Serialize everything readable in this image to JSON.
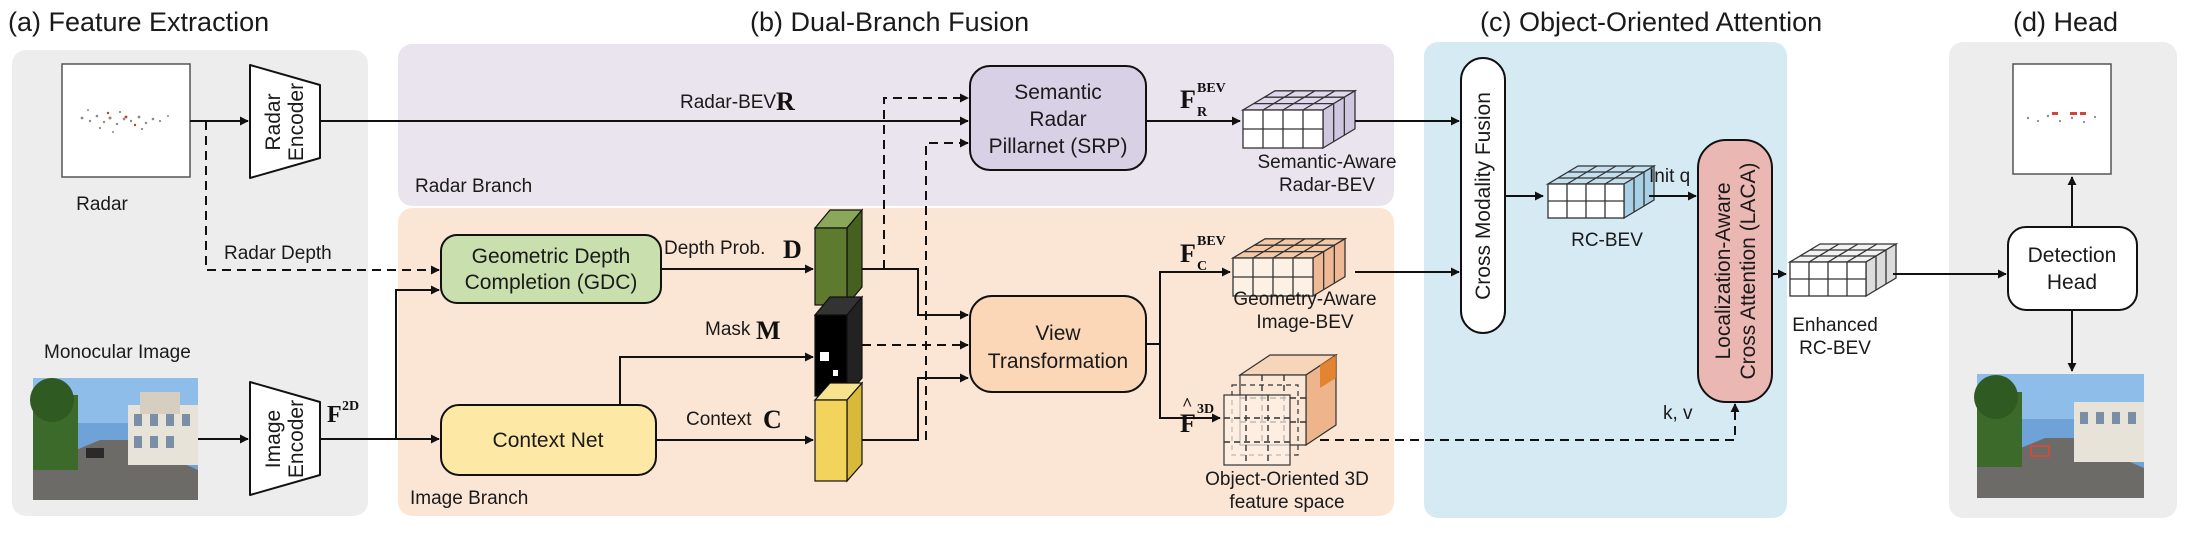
{
  "sections": {
    "feature_extraction": "(a) Feature Extraction",
    "dual_branch_fusion": "(b) Dual-Branch Fusion",
    "object_oriented_attention": "(c) Object-Oriented Attention",
    "head": "(d) Head"
  },
  "inputs": {
    "radar_label": "Radar",
    "monocular_label": "Monocular Image"
  },
  "encoders": {
    "radar": [
      "Radar",
      "Encoder"
    ],
    "image": [
      "Image",
      "Encoder"
    ]
  },
  "branches": {
    "radar": "Radar Branch",
    "image": "Image Branch"
  },
  "modules": {
    "srp": [
      "Semantic",
      "Radar",
      "Pillarnet (SRP)"
    ],
    "gdc": [
      "Geometric Depth",
      "Completion (GDC)"
    ],
    "context_net": "Context Net",
    "view_transformation": [
      "View",
      "Transformation"
    ],
    "cross_modality_fusion": "Cross Modality Fusion",
    "laca": [
      "Localization-Aware",
      "Cross Attention (LACA)"
    ],
    "detection_head": [
      "Detection",
      "Head"
    ]
  },
  "arrow_labels": {
    "radar_bev": "Radar-BEV",
    "radar_depth": "Radar Depth",
    "depth_prob": "Depth Prob.",
    "mask": "Mask",
    "context": "Context",
    "init_q": "Init q",
    "kv": "k, v"
  },
  "symbols": {
    "r": "R",
    "d": "D",
    "m": "M",
    "c": "C",
    "f": "F",
    "f2d_sup": "2D",
    "bev_sup": "BEV",
    "r_sub": "R",
    "c_sub": "C",
    "f3d_sup": "3D",
    "hat": "^"
  },
  "features": {
    "semantic_radar_bev": [
      "Semantic-Aware",
      "Radar-BEV"
    ],
    "geometry_image_bev": [
      "Geometry-Aware",
      "Image-BEV"
    ],
    "object_3d_space": [
      "Object-Oriented 3D",
      "feature space"
    ],
    "rc_bev": "RC-BEV",
    "enhanced_rc_bev": [
      "Enhanced",
      "RC-BEV"
    ]
  },
  "colors": {
    "gray_panel": "#ededed",
    "radar_branch": "#e9e4ee",
    "image_branch": "#fbe6d6",
    "attention_panel": "#d6eaf4",
    "srp_fill": "#d8d1e6",
    "gdc_fill": "#c9dfae",
    "context_fill": "#fde8a5",
    "view_fill": "#fbd7b8",
    "laca_fill": "#eab7b2",
    "depth_map": "#5d7a2e",
    "context_map": "#f2d45c",
    "orange_cube": "#f4c9a6",
    "lavender_cube": "#dfd8ec",
    "blue_cube": "#c4e0ee",
    "accent_orange": "#e07b22"
  }
}
